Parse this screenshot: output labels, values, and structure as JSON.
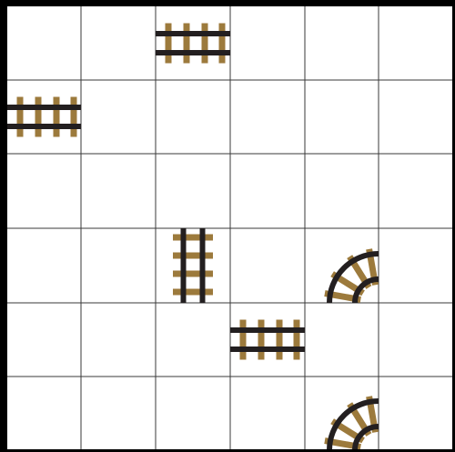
{
  "board": {
    "rows": 6,
    "cols": 6,
    "colors": {
      "background": "#ffffff",
      "grid_line": "#3a3a3a",
      "border": "#000000",
      "rail": "#231f20",
      "tie": "#9c7a3c"
    },
    "tiles": [
      {
        "row": 0,
        "col": 2,
        "piece": "straight-horizontal"
      },
      {
        "row": 1,
        "col": 0,
        "piece": "straight-horizontal"
      },
      {
        "row": 3,
        "col": 2,
        "piece": "straight-vertical"
      },
      {
        "row": 3,
        "col": 4,
        "piece": "curve-corner-top-right"
      },
      {
        "row": 4,
        "col": 3,
        "piece": "straight-horizontal"
      },
      {
        "row": 5,
        "col": 4,
        "piece": "curve-corner-top-right"
      }
    ]
  }
}
